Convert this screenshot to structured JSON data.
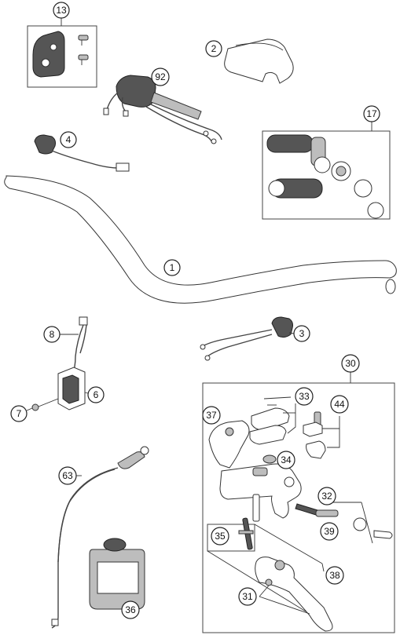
{
  "callouts": {
    "c13": "13",
    "c2": "2",
    "c92": "92",
    "c17": "17",
    "c4": "4",
    "c1": "1",
    "c8": "8",
    "c3": "3",
    "c6": "6",
    "c7": "7",
    "c30": "30",
    "c33": "33",
    "c37": "37",
    "c44": "44",
    "c34": "34",
    "c63": "63",
    "c32": "32",
    "c39": "39",
    "c35": "35",
    "c38": "38",
    "c31": "31",
    "c36": "36"
  }
}
